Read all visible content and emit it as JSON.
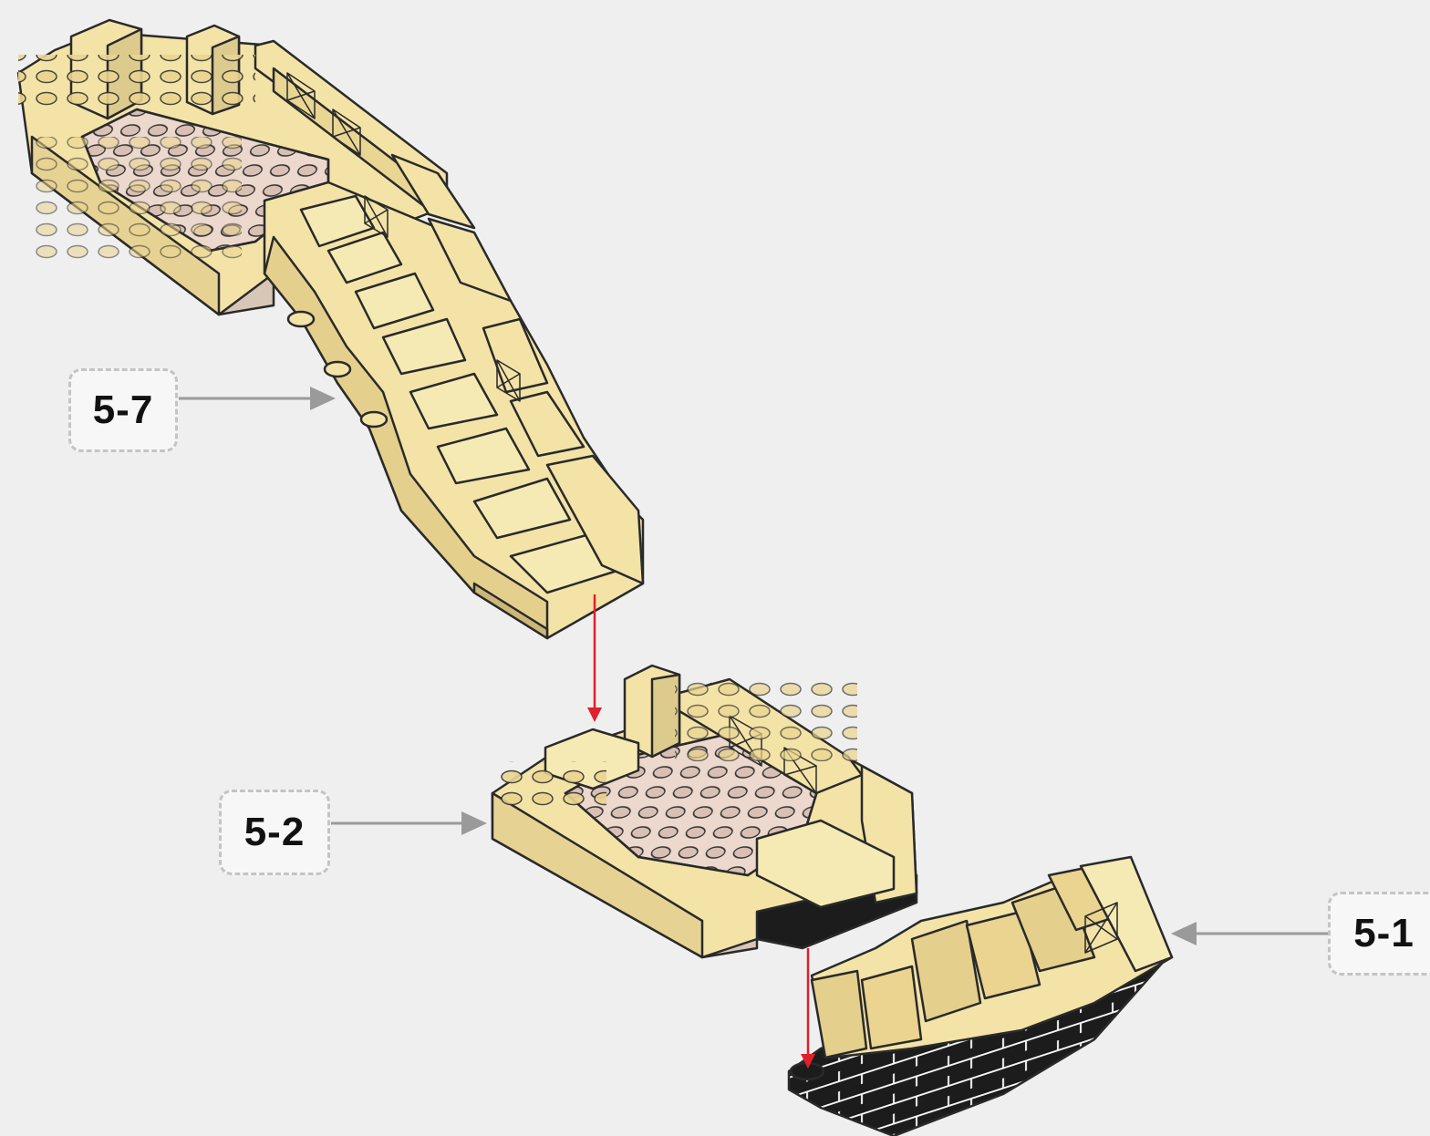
{
  "callouts": {
    "step_5_7": "5-7",
    "step_5_2": "5-2",
    "step_5_1": "5-1"
  },
  "colors": {
    "background": "#efefef",
    "brick_tan": "#f3e3a7",
    "brick_tan_shade": "#dccb8d",
    "plate_pink": "#ecd8cc",
    "base_black": "#1a1a1a",
    "callout_arrow": "#9a9a9a",
    "assembly_arrow": "#e0202c"
  }
}
